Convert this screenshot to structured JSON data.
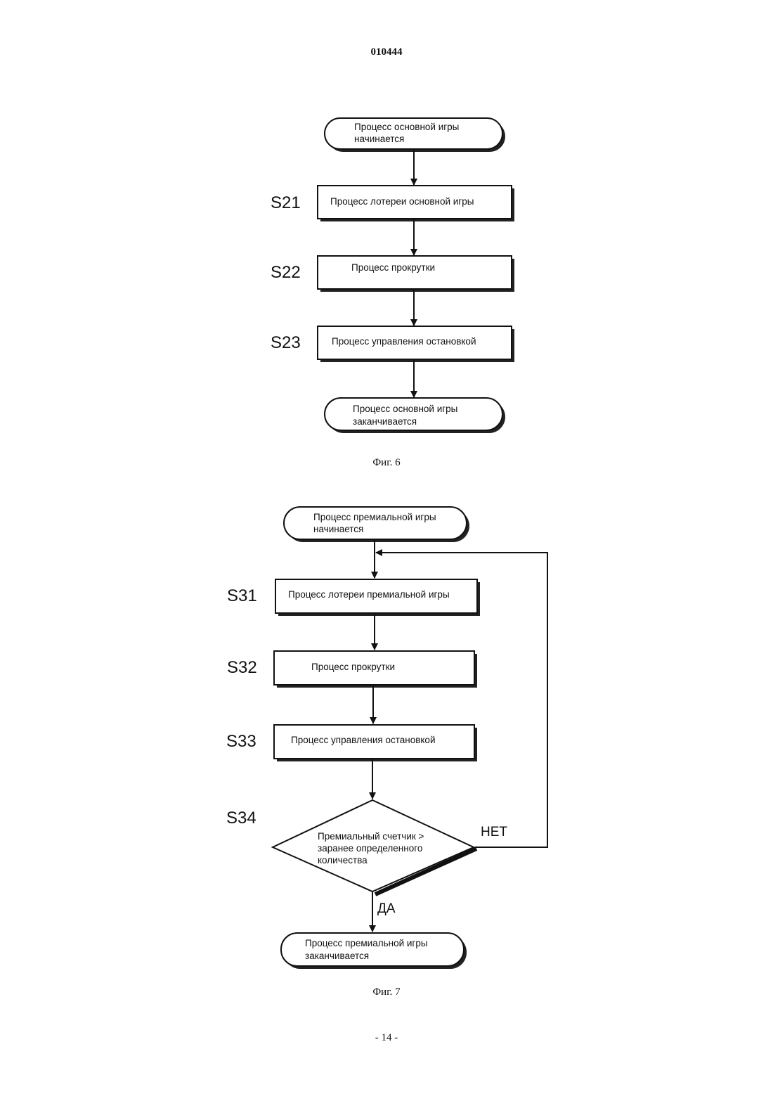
{
  "header": {
    "doc_number": "010444"
  },
  "footer": {
    "page_number": "- 14 -"
  },
  "fig6": {
    "caption": "Фиг. 6",
    "start": {
      "line1": "Процесс основной игры",
      "line2": "начинается"
    },
    "steps": [
      {
        "id": "S21",
        "text": "Процесс лотереи основной игры"
      },
      {
        "id": "S22",
        "text": "Процесс прокрутки"
      },
      {
        "id": "S23",
        "text": "Процесс управления остановкой"
      }
    ],
    "end": {
      "line1": "Процесс основной игры",
      "line2": "заканчивается"
    }
  },
  "fig7": {
    "caption": "Фиг. 7",
    "start": {
      "line1": "Процесс премиальной игры",
      "line2": "начинается"
    },
    "steps": [
      {
        "id": "S31",
        "text": "Процесс лотереи премиальной игры"
      },
      {
        "id": "S32",
        "text": "Процесс прокрутки"
      },
      {
        "id": "S33",
        "text": "Процесс управления остановкой"
      }
    ],
    "decision": {
      "id": "S34",
      "line1": "Премиальный счетчик >",
      "line2": "заранее определенного",
      "line3": "количества",
      "no_label": "НЕТ",
      "yes_label": "ДА"
    },
    "end": {
      "line1": "Процесс премиальной игры",
      "line2": "заканчивается"
    }
  }
}
